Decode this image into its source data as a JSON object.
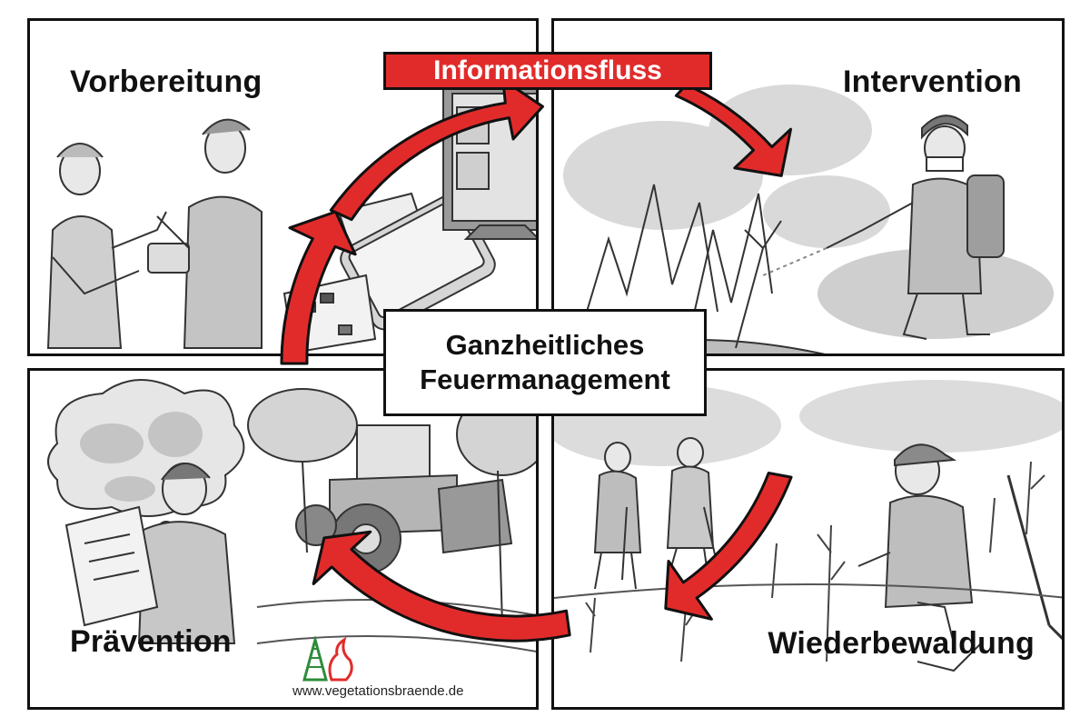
{
  "diagram": {
    "center": {
      "line1": "Ganzheitliches",
      "line2": "Feuermanagement"
    },
    "banner": "Informationsfluss",
    "quadrants": {
      "top_left": "Vorbereitung",
      "top_right": "Intervention",
      "bottom_left": "Prävention",
      "bottom_right": "Wiederbewaldung"
    },
    "website": "www.vegetationsbraende.de"
  },
  "colors": {
    "arrow_red": "#e12b2b",
    "outline": "#111111",
    "logo_green": "#2e8b3a"
  }
}
